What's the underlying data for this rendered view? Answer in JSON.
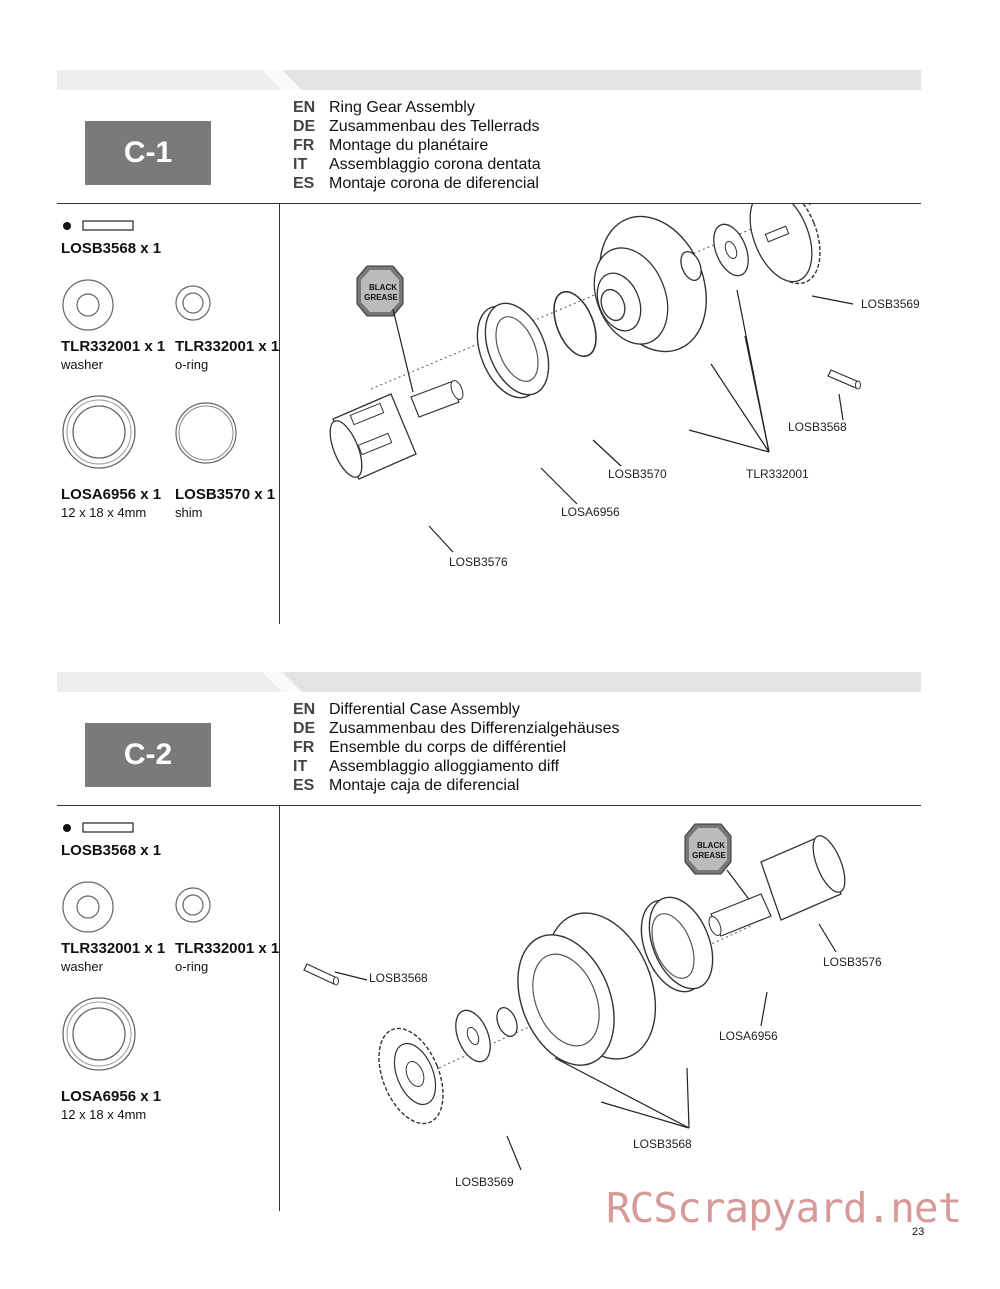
{
  "sections": [
    {
      "step_id": "C-1",
      "languages": [
        {
          "code": "EN",
          "text": "Ring Gear Assembly"
        },
        {
          "code": "DE",
          "text": "Zusammenbau des Tellerrads"
        },
        {
          "code": "FR",
          "text": "Montage du planétaire"
        },
        {
          "code": "IT",
          "text": "Assemblaggio corona dentata"
        },
        {
          "code": "ES",
          "text": "Montaje corona de diferencial"
        }
      ],
      "parts": [
        {
          "name": "LOSB3568 x 1",
          "desc": ""
        },
        {
          "name": "TLR332001 x 1",
          "desc": "washer"
        },
        {
          "name": "TLR332001 x 1",
          "desc": "o-ring"
        },
        {
          "name": "LOSA6956 x 1",
          "desc": "12 x 18 x 4mm"
        },
        {
          "name": "LOSB3570 x 1",
          "desc": "shim"
        }
      ],
      "callouts": [
        "LOSB3569",
        "LOSB3568",
        "TLR332001",
        "LOSB3570",
        "LOSA6956",
        "LOSB3576"
      ],
      "grease_label": [
        "BLACK",
        "GREASE"
      ]
    },
    {
      "step_id": "C-2",
      "languages": [
        {
          "code": "EN",
          "text": "Differential Case Assembly"
        },
        {
          "code": "DE",
          "text": "Zusammenbau  des Differenzialgehäuses"
        },
        {
          "code": "FR",
          "text": "Ensemble du corps de différentiel"
        },
        {
          "code": "IT",
          "text": "Assemblaggio alloggiamento diff"
        },
        {
          "code": "ES",
          "text": "Montaje caja de diferencial"
        }
      ],
      "parts": [
        {
          "name": "LOSB3568 x 1",
          "desc": ""
        },
        {
          "name": "TLR332001 x 1",
          "desc": "washer"
        },
        {
          "name": "TLR332001 x 1",
          "desc": "o-ring"
        },
        {
          "name": "LOSA6956 x 1",
          "desc": "12 x 18 x 4mm"
        }
      ],
      "callouts": [
        "LOSB3576",
        "LOSB3568",
        "LOSA6956",
        "LOSB3568",
        "LOSB3569"
      ],
      "grease_label": [
        "BLACK",
        "GREASE"
      ]
    }
  ],
  "page_number": "23",
  "watermark": "RCScrapyard.net"
}
